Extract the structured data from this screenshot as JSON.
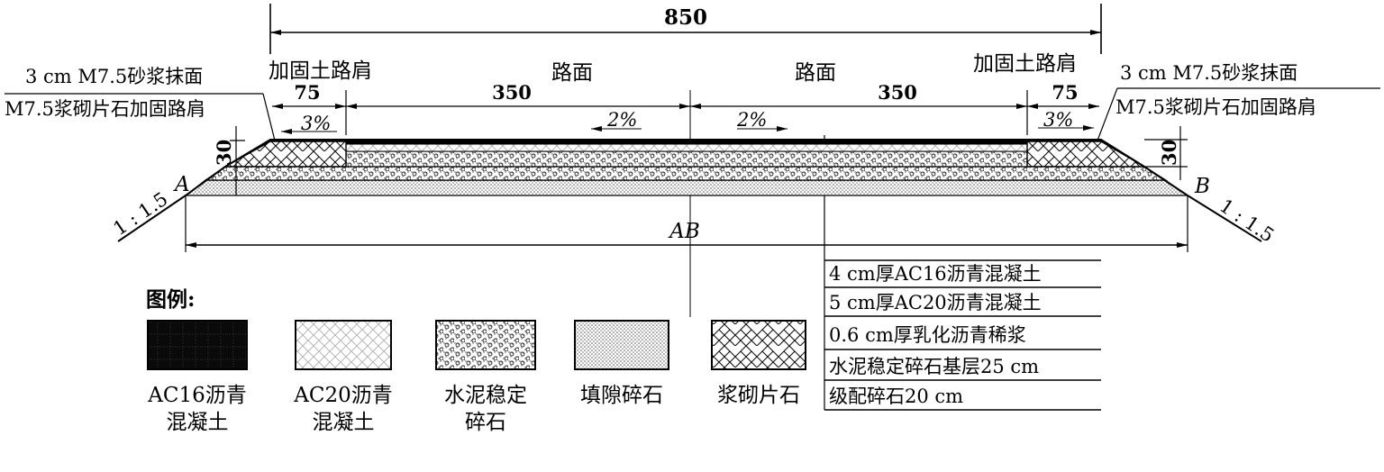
{
  "dimensions": {
    "total_width": "850",
    "shoulder_width": "75",
    "lane_width": "350",
    "layer_height": "30",
    "base_span": "AB"
  },
  "labels": {
    "shoulder_left": "加固土路肩",
    "shoulder_right": "加固土路肩",
    "pavement_left": "路面",
    "pavement_right": "路面",
    "mortar_left": "3 cm M7.5砂浆抹面",
    "mortar_right": "3 cm M7.5砂浆抹面",
    "stone_left": "M7.5浆砌片石加固路肩",
    "stone_right": "M7.5浆砌片石加固路肩",
    "slope_left": "3%",
    "slope_right": "3%",
    "crown_left": "2%",
    "crown_right": "2%",
    "grade_left": "1 : 1.5",
    "grade_right": "1 : 1.5",
    "point_a": "A",
    "point_b": "B"
  },
  "layers": [
    "4 cm厚AC16沥青混凝土",
    "5 cm厚AC20沥青混凝土",
    "0.6 cm厚乳化沥青稀浆",
    "水泥稳定碎石基层25 cm",
    "级配碎石20 cm"
  ],
  "legend": {
    "title": "图例:",
    "items": [
      {
        "line1": "AC16沥青",
        "line2": "混凝土",
        "pattern": "dark"
      },
      {
        "line1": "AC20沥青",
        "line2": "混凝土",
        "pattern": "cross"
      },
      {
        "line1": "水泥稳定",
        "line2": "碎石",
        "pattern": "circles"
      },
      {
        "line1": "填隙碎石",
        "line2": "",
        "pattern": "dots"
      },
      {
        "line1": "浆砌片石",
        "line2": "",
        "pattern": "herring"
      }
    ]
  }
}
